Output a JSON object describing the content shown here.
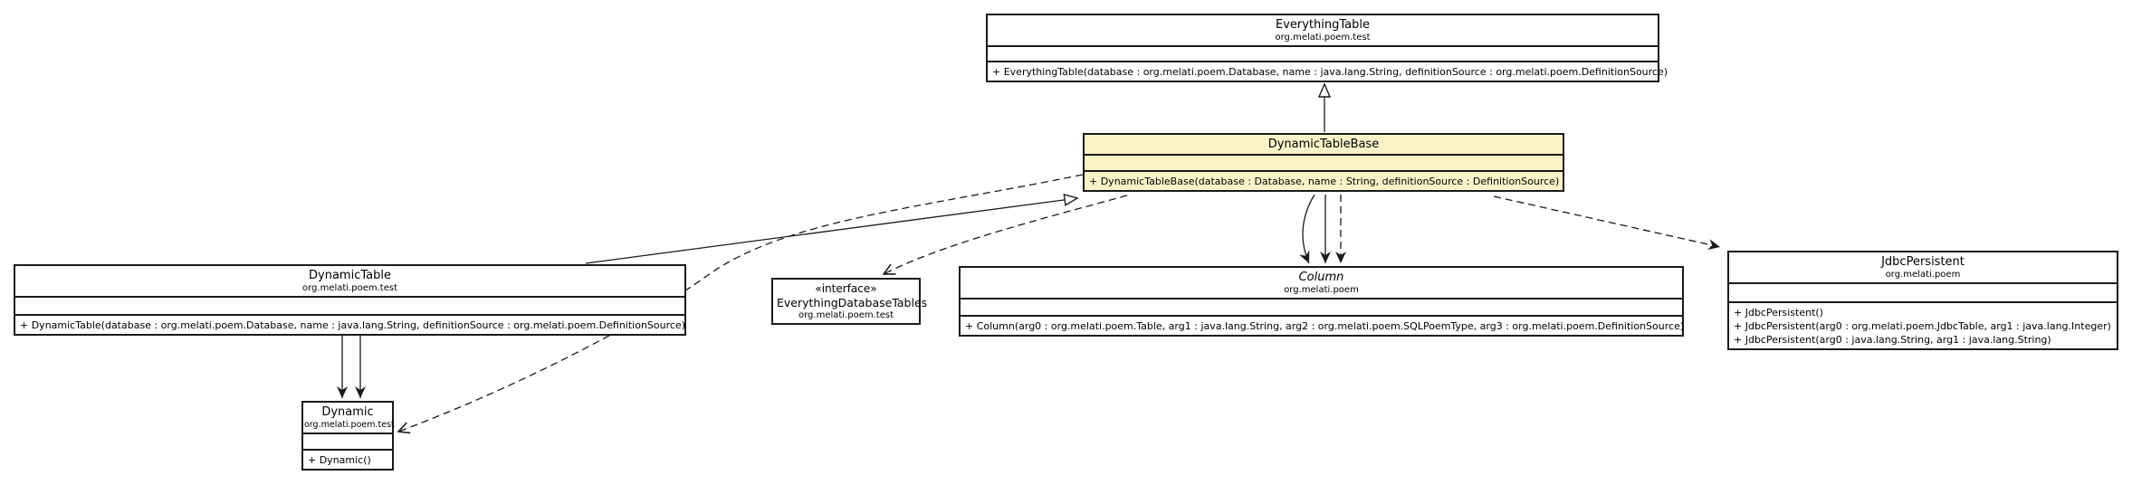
{
  "diagram": {
    "kind": "uml-class-diagram",
    "colors": {
      "highlight_fill": "#FBF2C8",
      "box_fill": "#FFFFFF",
      "line": "#1A1A1A"
    },
    "classes": {
      "everything_table": {
        "name": "EverythingTable",
        "package": "org.melati.poem.test",
        "methods": [
          "+ EverythingTable(database : org.melati.poem.Database, name : java.lang.String, definitionSource : org.melati.poem.DefinitionSource)"
        ]
      },
      "dynamic_table_base": {
        "name": "DynamicTableBase",
        "highlighted": true,
        "methods": [
          "+ DynamicTableBase(database : Database, name : String, definitionSource : DefinitionSource)"
        ]
      },
      "dynamic_table": {
        "name": "DynamicTable",
        "package": "org.melati.poem.test",
        "methods": [
          "+ DynamicTable(database : org.melati.poem.Database, name : java.lang.String, definitionSource : org.melati.poem.DefinitionSource)"
        ]
      },
      "everything_database_tables": {
        "stereotype": "«interface»",
        "name": "EverythingDatabaseTables",
        "package": "org.melati.poem.test"
      },
      "column": {
        "name": "Column",
        "abstract": true,
        "package": "org.melati.poem",
        "methods": [
          "+ Column(arg0 : org.melati.poem.Table, arg1 : java.lang.String, arg2 : org.melati.poem.SQLPoemType, arg3 : org.melati.poem.DefinitionSource)"
        ]
      },
      "jdbc_persistent": {
        "name": "JdbcPersistent",
        "package": "org.melati.poem",
        "methods": [
          "+ JdbcPersistent()",
          "+ JdbcPersistent(arg0 : org.melati.poem.JdbcTable, arg1 : java.lang.Integer)",
          "+ JdbcPersistent(arg0 : java.lang.String, arg1 : java.lang.String)"
        ]
      },
      "dynamic": {
        "name": "Dynamic",
        "package": "org.melati.poem.test",
        "methods": [
          "+ Dynamic()"
        ]
      }
    },
    "edges": [
      {
        "from": "DynamicTableBase",
        "to": "EverythingTable",
        "kind": "generalization",
        "line": "solid"
      },
      {
        "from": "DynamicTable",
        "to": "DynamicTableBase",
        "kind": "generalization",
        "line": "solid"
      },
      {
        "from": "DynamicTableBase",
        "to": "EverythingDatabaseTables",
        "kind": "dependency",
        "line": "dashed"
      },
      {
        "from": "DynamicTableBase",
        "to": "Column",
        "kind": "association",
        "line": "solid"
      },
      {
        "from": "DynamicTableBase",
        "to": "Column",
        "kind": "association",
        "line": "solid"
      },
      {
        "from": "DynamicTableBase",
        "to": "Column",
        "kind": "dependency",
        "line": "dashed"
      },
      {
        "from": "DynamicTableBase",
        "to": "JdbcPersistent",
        "kind": "dependency",
        "line": "dashed"
      },
      {
        "from": "DynamicTableBase",
        "to": "Dynamic",
        "kind": "dependency",
        "line": "dashed"
      },
      {
        "from": "DynamicTable",
        "to": "Dynamic",
        "kind": "association",
        "line": "solid"
      },
      {
        "from": "DynamicTable",
        "to": "Dynamic",
        "kind": "association",
        "line": "solid"
      }
    ]
  }
}
